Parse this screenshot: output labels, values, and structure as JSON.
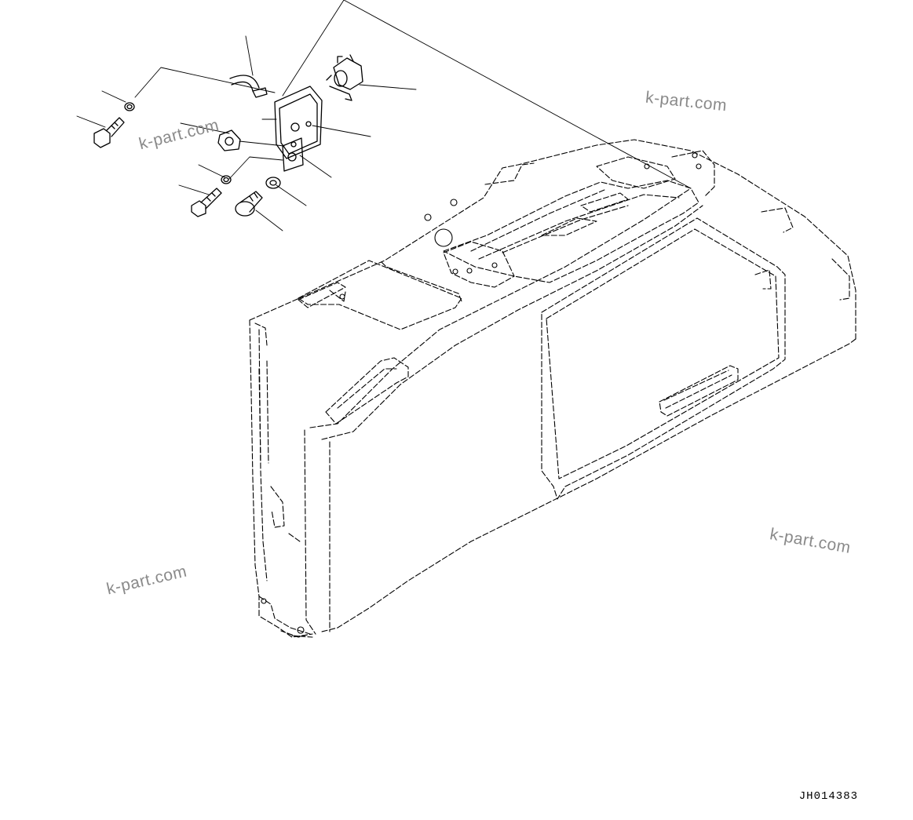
{
  "diagram": {
    "watermarks": [
      "k-part.com",
      "k-part.com",
      "k-part.com",
      "k-part.com"
    ],
    "drawing_code": "JH014383",
    "colors": {
      "line": "#000000",
      "watermark": "#8a8a8a",
      "background": "#ffffff"
    }
  }
}
